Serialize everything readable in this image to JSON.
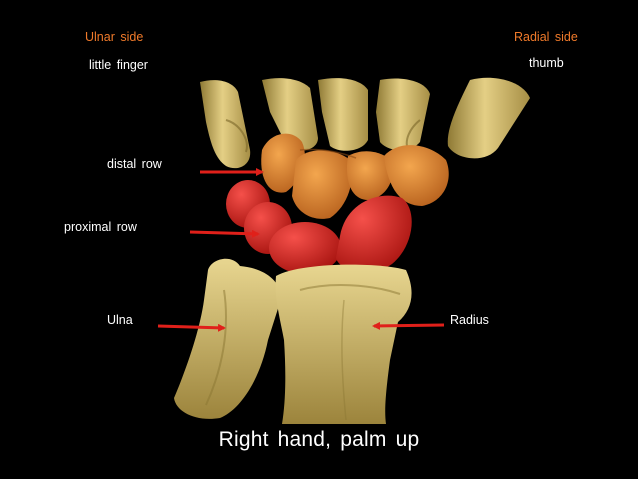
{
  "labels": {
    "ulnar_side": "Ulnar side",
    "radial_side": "Radial side",
    "little_finger": "little finger",
    "thumb": "thumb",
    "distal_row": "distal row",
    "proximal_row": "proximal row",
    "ulna": "Ulna",
    "radius": "Radius"
  },
  "caption": "Right hand, palm up",
  "colors": {
    "background": "#000000",
    "side_label": "#f07a2a",
    "arrow": "#e0201a",
    "bone": "#d9c06a",
    "distal_row_bones": "#e08a30",
    "proximal_row_bones": "#d8241c"
  }
}
